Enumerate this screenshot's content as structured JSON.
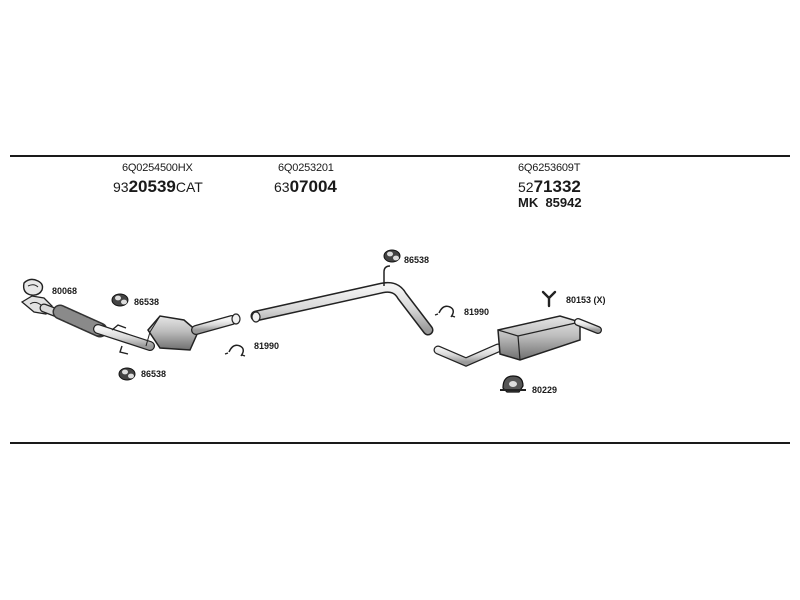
{
  "headers": [
    {
      "oem": "6Q0254500HX",
      "pre": "93",
      "main": "20539",
      "post": "CAT"
    },
    {
      "oem": "6Q0253201",
      "pre": "63",
      "main": "07004",
      "post": ""
    },
    {
      "oem": "6Q6253609T",
      "pre": "52",
      "main": "71332",
      "post": ""
    }
  ],
  "mk": {
    "prefix": "MK",
    "number": "85942"
  },
  "parts": {
    "clamp_top_left": "80068",
    "mount_a": "86538",
    "mount_b": "86538",
    "mount_c": "86538",
    "ring_a": "81990",
    "ring_b": "81990",
    "bracket": "80153 (X)",
    "holder": "80229"
  }
}
